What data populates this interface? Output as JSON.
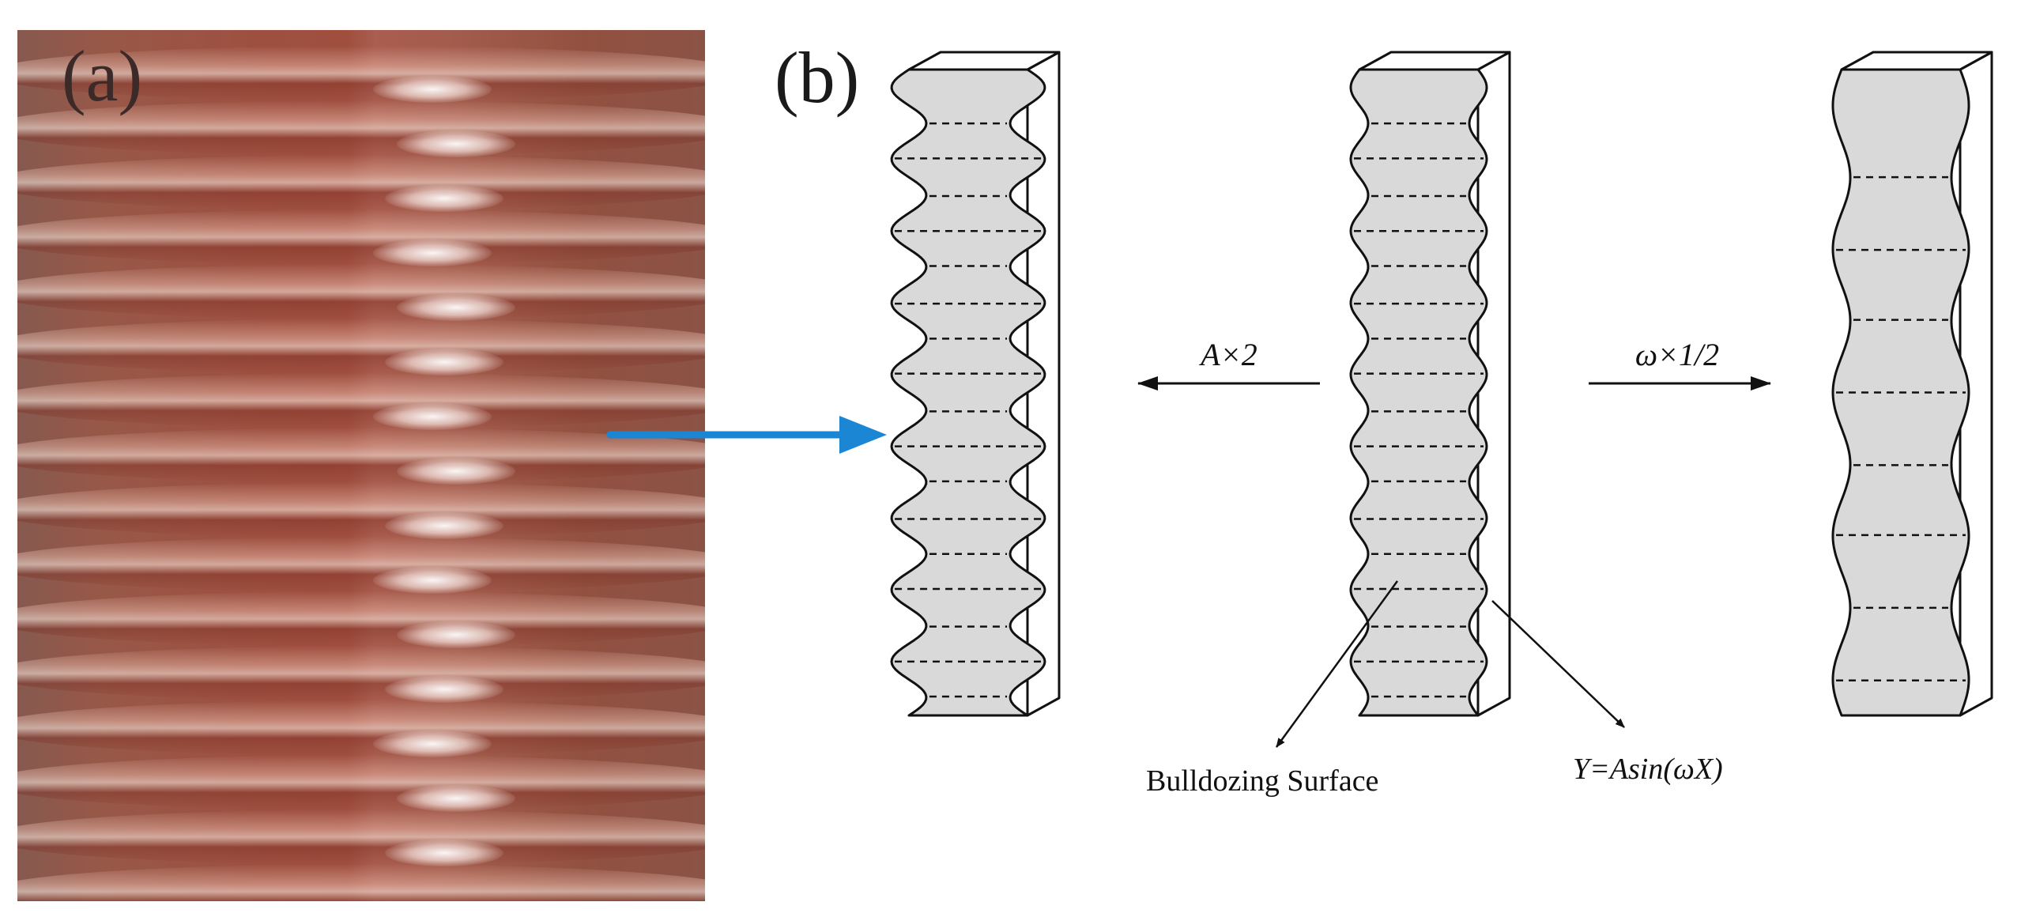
{
  "panel_a": {
    "label": "(a)"
  },
  "panel_b": {
    "label": "(b)",
    "left_transform": "A×2",
    "right_transform": "ω×1/2",
    "surface_label": "Bulldozing Surface",
    "equation_label": "Y=Asin(ωX)"
  },
  "colors": {
    "photo_base": "#a04f3f",
    "arrow_blue": "#1a86d4",
    "surface_fill": "#d9d9d9",
    "line_color": "#111111"
  }
}
